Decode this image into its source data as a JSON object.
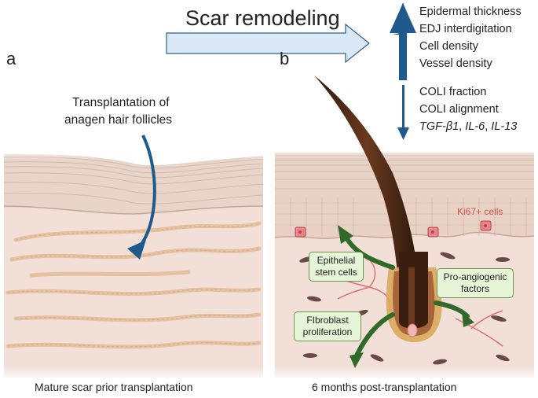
{
  "header": {
    "title": "Scar remodeling"
  },
  "panels": {
    "a": {
      "letter": "a",
      "annotation_line1": "Transplantation of",
      "annotation_line2": "anagen hair follicles",
      "caption": "Mature scar prior transplantation"
    },
    "b": {
      "letter": "b",
      "caption": "6 months post-transplantation",
      "ki67_label": "Ki67+ cells",
      "boxes": {
        "epithelial_line1": "Epithelial",
        "epithelial_line2": "stem cells",
        "angiogenic_line1": "Pro-angiogenic",
        "angiogenic_line2": "factors",
        "fibroblast_line1": "FIbroblast",
        "fibroblast_line2": "proliferation"
      }
    }
  },
  "increased": {
    "items": [
      "Epidermal thickness",
      "EDJ interdigitation",
      "Cell density",
      "Vessel density"
    ]
  },
  "decreased": {
    "items": [
      "COLI fraction",
      "COLI alignment"
    ],
    "cytokines_a": "TGF-β1",
    "sep1": ", ",
    "cytokines_b": "IL-6",
    "sep2": ", ",
    "cytokines_c": "IL-13"
  },
  "colors": {
    "arrow_blue": "#1f5a8c",
    "title_arrow_fill": "#dbe9f6",
    "skin_base": "#f0dcd4",
    "epidermis": "#ead6cc",
    "collagen": "#e9c7a6",
    "green_arrow": "#2f6a2a",
    "box_fill": "#e6f4d8",
    "hair": "#4a2a18",
    "ki67": "#d55050"
  }
}
